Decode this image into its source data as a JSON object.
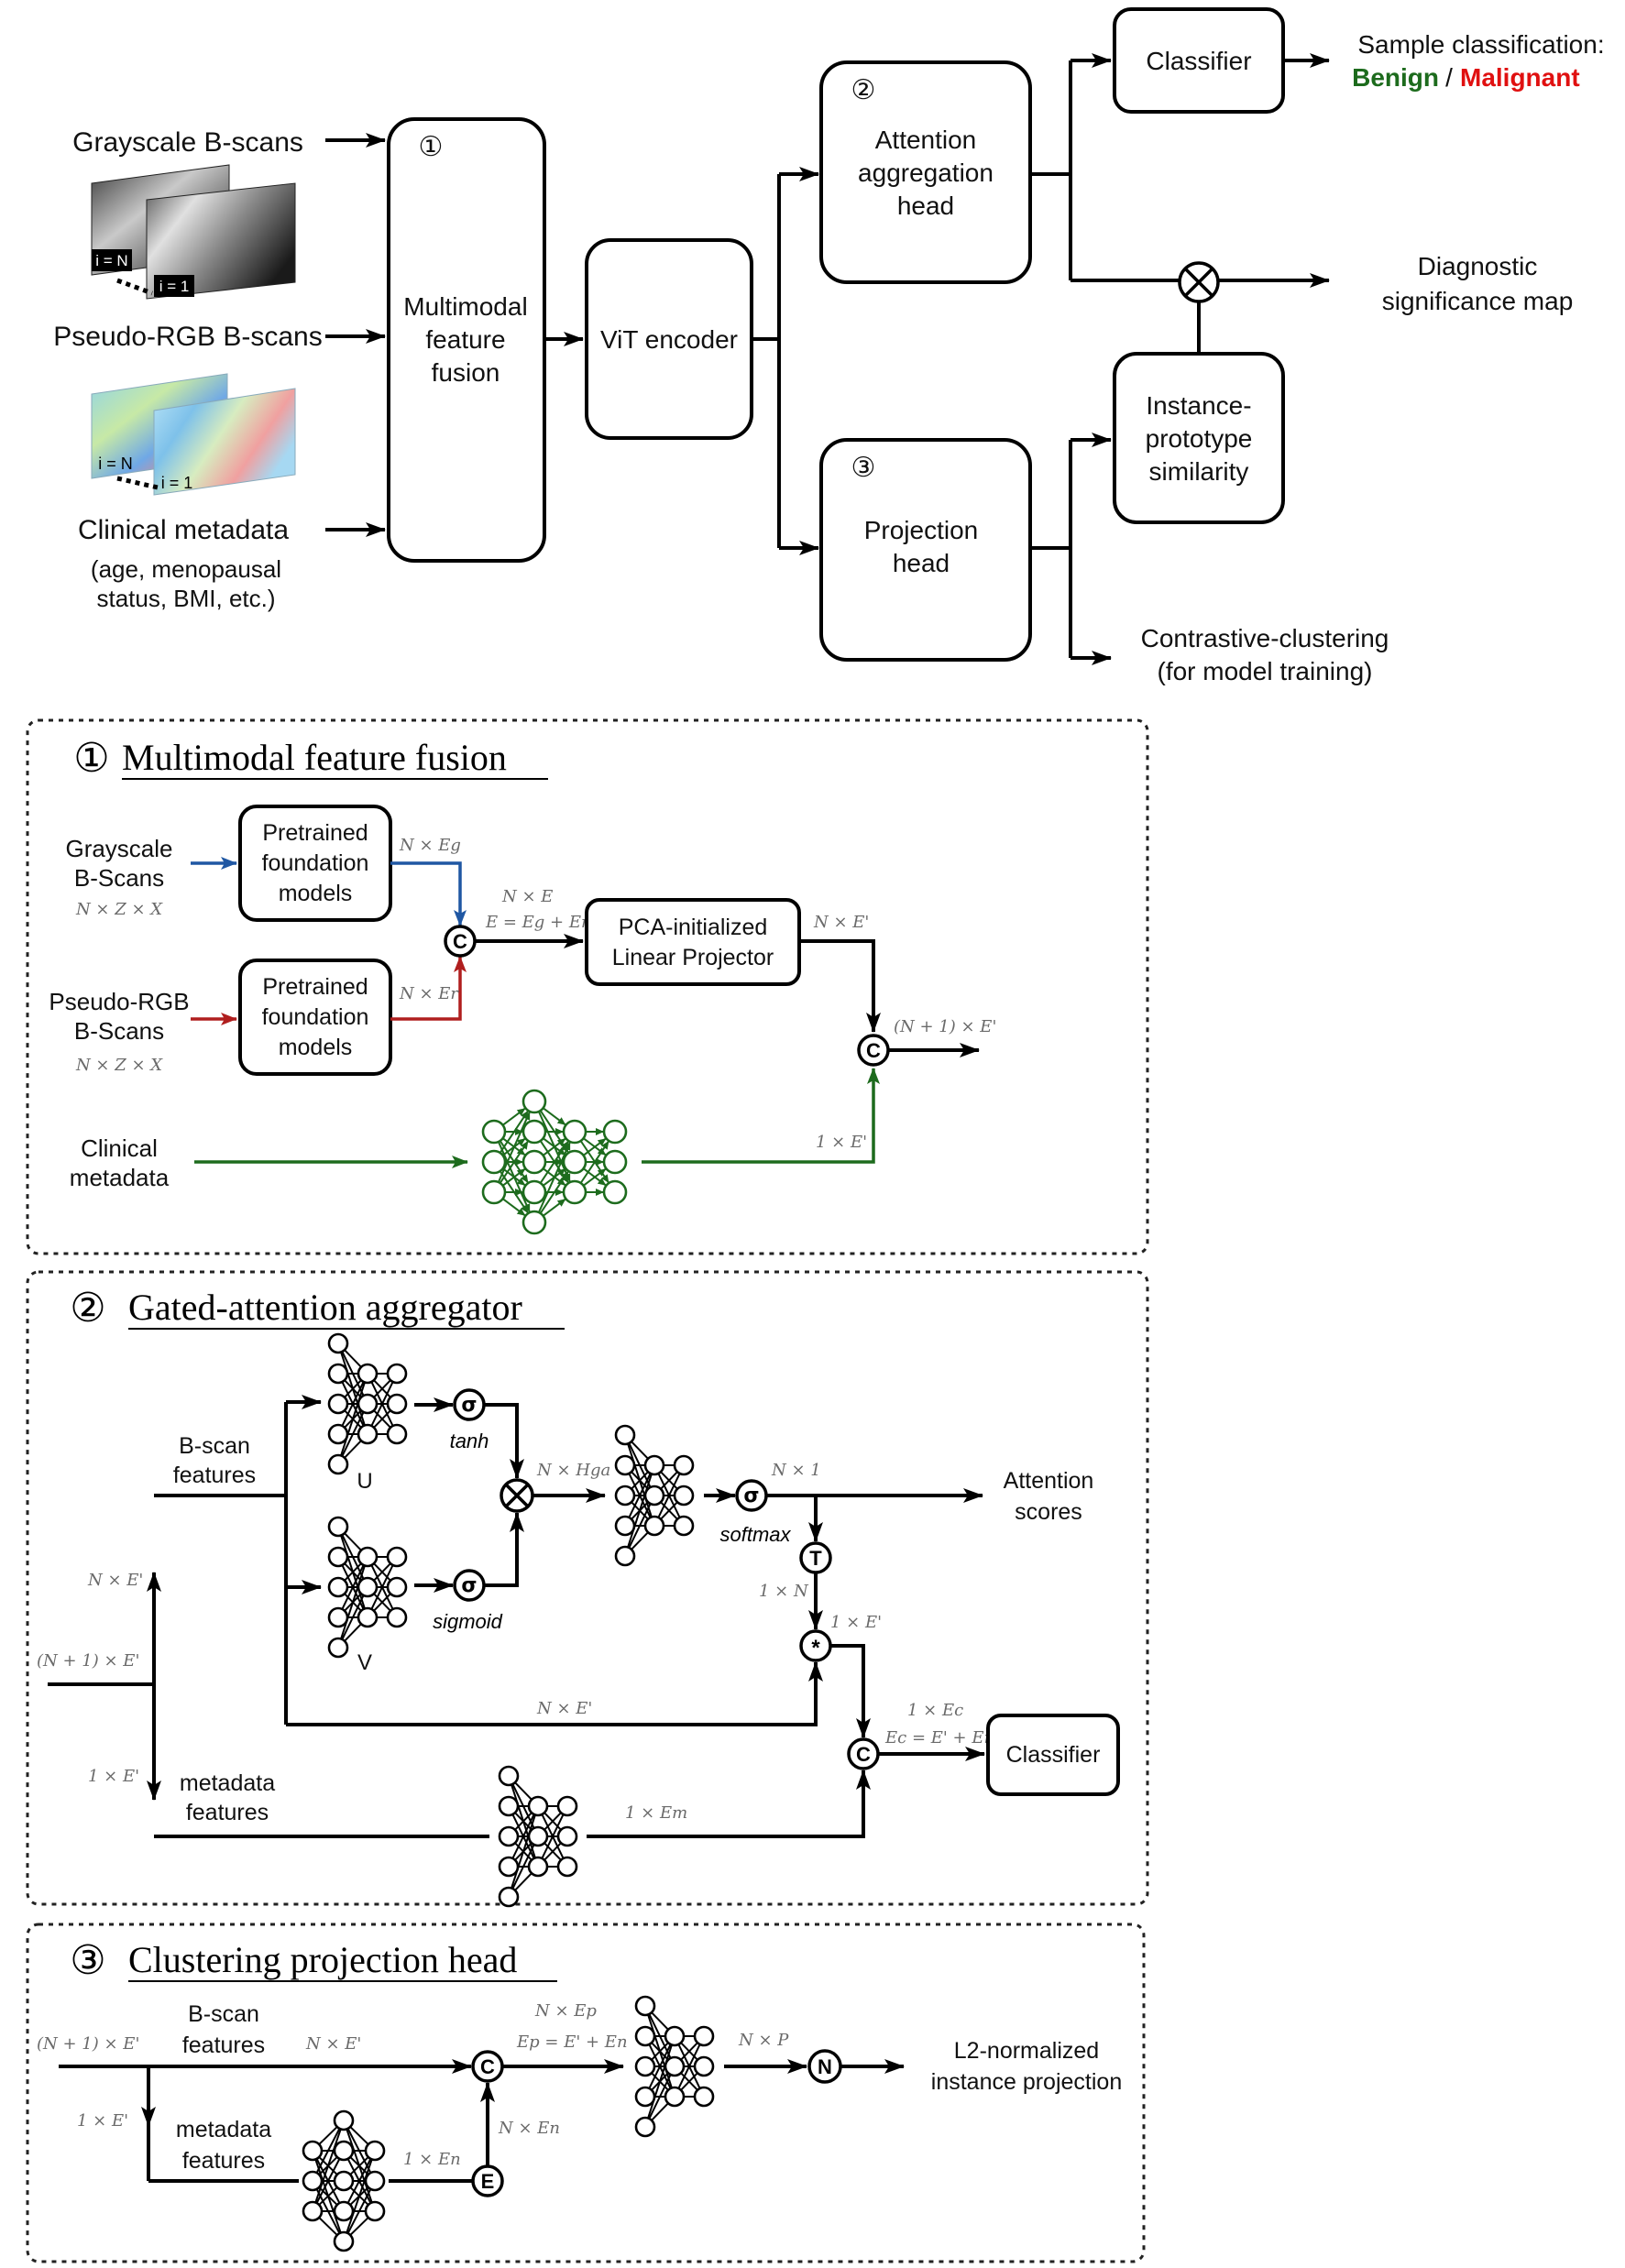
{
  "overview": {
    "inputs": {
      "grayscale": "Grayscale B-scans",
      "pseudo_rgb": "Pseudo-RGB B-scans",
      "clinical": "Clinical metadata",
      "clinical_note_1": "(age, menopausal",
      "clinical_note_2": "status, BMI, etc.)",
      "slice_n": "i = N",
      "slice_1": "i = 1"
    },
    "fusion": {
      "num": "①",
      "l1": "Multimodal",
      "l2": "feature",
      "l3": "fusion"
    },
    "encoder": "ViT encoder",
    "attention_head": {
      "num": "②",
      "l1": "Attention",
      "l2": "aggregation",
      "l3": "head"
    },
    "projection_head": {
      "num": "③",
      "l1": "Projection",
      "l2": "head"
    },
    "classifier": "Classifier",
    "sample_classification": "Sample classification:",
    "benign": "Benign",
    "slash": "/",
    "malignant": "Malignant",
    "diagnostic_1": "Diagnostic",
    "diagnostic_2": "significance map",
    "similarity": {
      "l1": "Instance-",
      "l2": "prototype",
      "l3": "similarity"
    },
    "contrastive_1": "Contrastive-clustering",
    "contrastive_2": "(for model training)"
  },
  "panel1": {
    "num": "①",
    "title": "Multimodal feature fusion",
    "grayscale_1": "Grayscale",
    "grayscale_2": "B-Scans",
    "grayscale_dims": "N × Z × X",
    "pseudo_1": "Pseudo-RGB",
    "pseudo_2": "B-Scans",
    "pseudo_dims": "N × Z × X",
    "clinical_1": "Clinical",
    "clinical_2": "metadata",
    "model_1": "Pretrained",
    "model_2": "foundation",
    "model_3": "models",
    "eg": "N × Eg",
    "er": "N × Er",
    "ne": "N × E",
    "e_sum": "E = Eg + Er",
    "projector_1": "PCA-initialized",
    "projector_2": "Linear Projector",
    "ne_prime": "N × E'",
    "out": "(N + 1) × E'",
    "one_e": "1 × E'",
    "concat": "C"
  },
  "panel2": {
    "num": "②",
    "title": "Gated-attention aggregator",
    "bscan_1": "B-scan",
    "bscan_2": "features",
    "u": "U",
    "v": "V",
    "tanh": "tanh",
    "sigmoid": "sigmoid",
    "softmax": "softmax",
    "sigma": "σ",
    "nhga": "N × Hga",
    "n1": "N × 1",
    "attention_1": "Attention",
    "attention_2": "scores",
    "transpose": "T",
    "onen": "1 × N",
    "onee1": "1 × E'",
    "mult": "*",
    "ne_prime_1": "N × E'",
    "ne_prime_2": "N × E'",
    "input": "(N + 1) × E'",
    "onee2": "1 × E'",
    "meta_1": "metadata",
    "meta_2": "features",
    "onem": "1 × Em",
    "onec": "1 × Ec",
    "ec_eq": "Ec = E' + Em",
    "classifier": "Classifier",
    "concat": "C"
  },
  "panel3": {
    "num": "③",
    "title": "Clustering projection head",
    "input": "(N + 1) × E'",
    "bscan_1": "B-scan",
    "bscan_2": "features",
    "ne_prime": "N × E'",
    "onee": "1 × E'",
    "meta_1": "metadata",
    "meta_2": "features",
    "onen": "1 × En",
    "nen": "N × En",
    "nep": "N × Ep",
    "ep_eq": "Ep = E' + En",
    "np": "N × P",
    "out_1": "L2-normalized",
    "out_2": "instance projection",
    "concat": "C",
    "expand": "E",
    "norm": "N"
  },
  "colors": {
    "benign": "#1d6b1d",
    "malignant": "#e01010",
    "grayscale_arrow": "#1f57a3",
    "pseudo_arrow": "#b01e1e",
    "clinical_arrow": "#1d6b1d",
    "dim_text": "#6a6a6a"
  }
}
